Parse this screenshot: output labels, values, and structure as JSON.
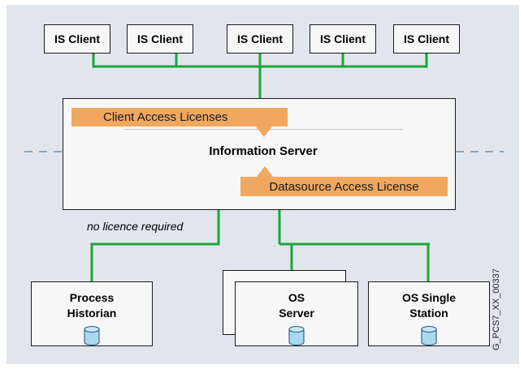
{
  "clients": [
    "IS Client",
    "IS Client",
    "IS Client",
    "IS Client",
    "IS Client"
  ],
  "server": {
    "title": "Information Server",
    "client_license": "Client Access Licenses",
    "datasource_license": "Datasource Access License"
  },
  "note": "no licence required",
  "sources": {
    "historian": "Process\nHistorian",
    "os_server": "OS\nServer",
    "os_single": "OS Single\nStation"
  },
  "figure_id": "G_PCS7_XX_00337",
  "colors": {
    "background": "#e2e6ec",
    "connector": "#1aa63a",
    "license": "#f0a860",
    "divider": "#4a7fb0"
  }
}
